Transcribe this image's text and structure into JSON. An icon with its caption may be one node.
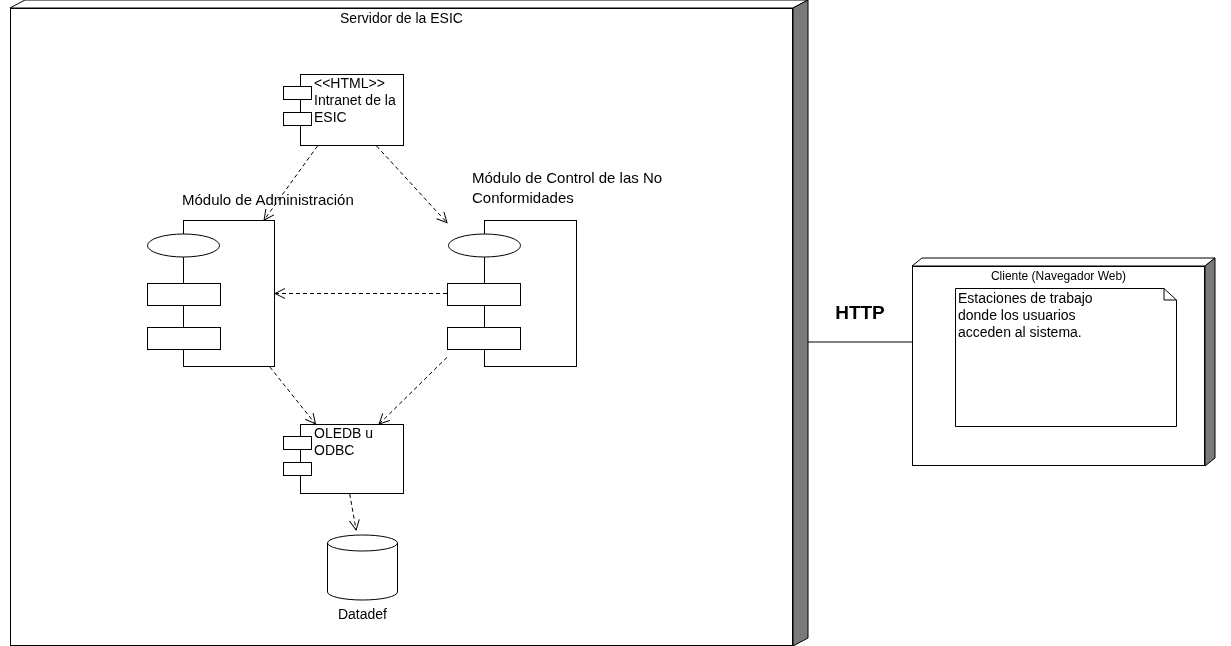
{
  "diagram": {
    "nodes": [
      {
        "text": [
          "Servidor de la ESIC"
        ]
      },
      {
        "text": [
          "<<HTML>>",
          "Intranet de la ESIC"
        ],
        "in": 0
      },
      {
        "text": [
          "Módulo de Administración"
        ],
        "in": 0
      },
      {
        "text": [
          "Módulo de Control de las No Conformidades"
        ],
        "in": 0
      },
      {
        "text": [
          "OLEDB u ODBC"
        ],
        "in": 0
      },
      {
        "text": [
          "Datadef"
        ],
        "in": 0
      },
      {
        "text": [
          "Cliente (Navegador Web)"
        ]
      },
      {
        "text": [
          "Estaciones de trabajo donde los usuarios acceden al sistema."
        ],
        "in": 6
      }
    ],
    "edges": [
      {
        "from": 1,
        "to": 2,
        "arrow": "to",
        "style": "dashed"
      },
      {
        "from": 1,
        "to": 3,
        "arrow": "to",
        "style": "dashed"
      },
      {
        "from": 3,
        "to": 2,
        "arrow": "to",
        "style": "dashed"
      },
      {
        "from": 2,
        "to": 4,
        "arrow": "to",
        "style": "dashed"
      },
      {
        "from": 3,
        "to": 4,
        "arrow": "to",
        "style": "dashed"
      },
      {
        "from": 4,
        "to": 5,
        "arrow": "to",
        "style": "dashed"
      },
      {
        "from": 0,
        "to": 6,
        "arrow": "none",
        "label": "HTTP"
      }
    ]
  }
}
